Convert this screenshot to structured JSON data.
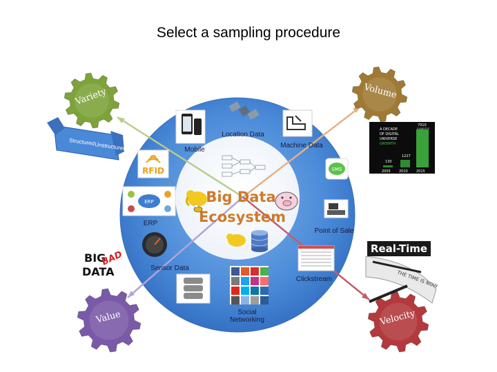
{
  "title": "Select a sampling procedure",
  "center": {
    "line1": "Big Data",
    "line2": "Ecosystem"
  },
  "ring_labels": {
    "location": "Location Data",
    "mobile": "Mobile",
    "machine": "Machine Data",
    "erp": "ERP",
    "pos": "Point of Sale",
    "sensor": "Sensor Data",
    "clickstream": "Clickstream",
    "social": "Social\nNetworking"
  },
  "gears": {
    "variety": "Variety",
    "volume": "Volume",
    "value": "Value",
    "velocity": "Velocity"
  },
  "banner": {
    "structured": "Structured",
    "unstructured": "Unstructured"
  },
  "icons": {
    "rfid": "RFID",
    "sms": "SMS",
    "erp_badge": "ERP"
  },
  "decade": {
    "lines": [
      "A  DECADE",
      "OF DIGITAL",
      "UNIVERSE",
      "GROWTH"
    ],
    "values": [
      "130",
      "1227",
      "7910"
    ],
    "unit": "EXABYTES",
    "years": [
      "2005",
      "2010",
      "2015"
    ]
  },
  "realtime": {
    "title": "Real-Time",
    "subtitle": "THE TIME IS NOW"
  },
  "bigdata_bad": {
    "big": "BIG",
    "data": "DATA",
    "bad": "BAD"
  },
  "colors": {
    "variety": "#7ea33a",
    "volume": "#a07a35",
    "value": "#7a5aa8",
    "velocity": "#b3393d",
    "ring": "#4a8ad8"
  }
}
